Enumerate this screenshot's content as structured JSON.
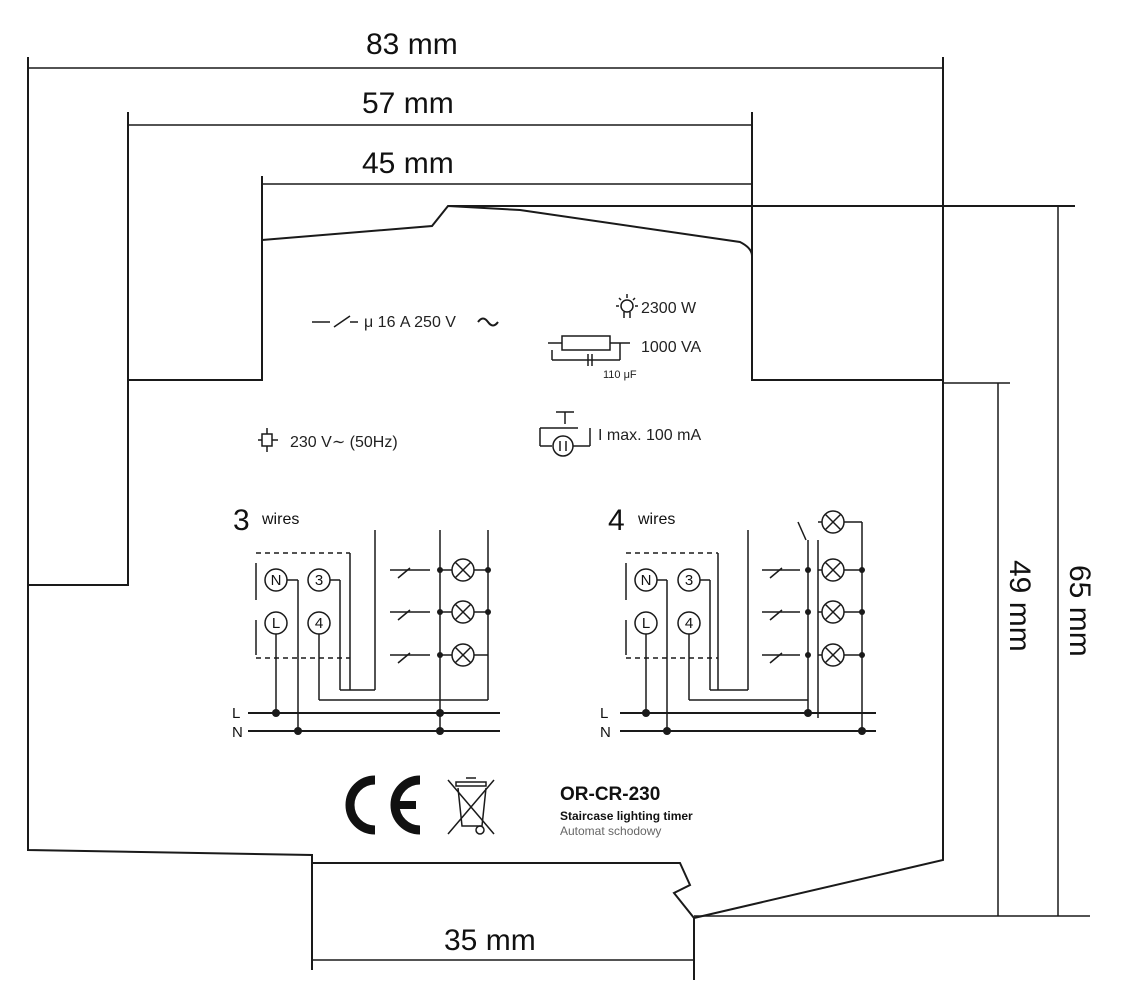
{
  "dimensions": {
    "total_width": "83 mm",
    "body_width": "57 mm",
    "front_width": "45 mm",
    "rail_width": "35 mm",
    "front_height": "49 mm",
    "total_height": "65 mm"
  },
  "specs": {
    "contact_rating": "μ 16 A 250 V",
    "lamp_power": "2300 W",
    "capacitive_load": "1000 VA",
    "capacitance": "110 μF",
    "coil_supply": "230 V∼ (50Hz)",
    "pushbutton_current": "I max. 100 mA"
  },
  "wiring": {
    "three_wire": {
      "number": "3",
      "label": "wires"
    },
    "four_wire": {
      "number": "4",
      "label": "wires"
    },
    "terminals": {
      "n": "N",
      "l": "L",
      "t3": "3",
      "t4": "4"
    },
    "bus_labels": {
      "l": "L",
      "n": "N"
    }
  },
  "product": {
    "ce_mark": "CE",
    "model": "OR-CR-230",
    "name_en": "Staircase lighting timer",
    "name_pl": "Automat schodowy"
  },
  "icons": {
    "contact": "relay-contact-icon",
    "lamp": "incandescent-lamp-icon",
    "capacitor": "capacitive-load-icon",
    "coil": "relay-coil-icon",
    "pushbutton": "pushbutton-glow-lamp-icon",
    "weee": "crossed-out-bin-icon"
  }
}
